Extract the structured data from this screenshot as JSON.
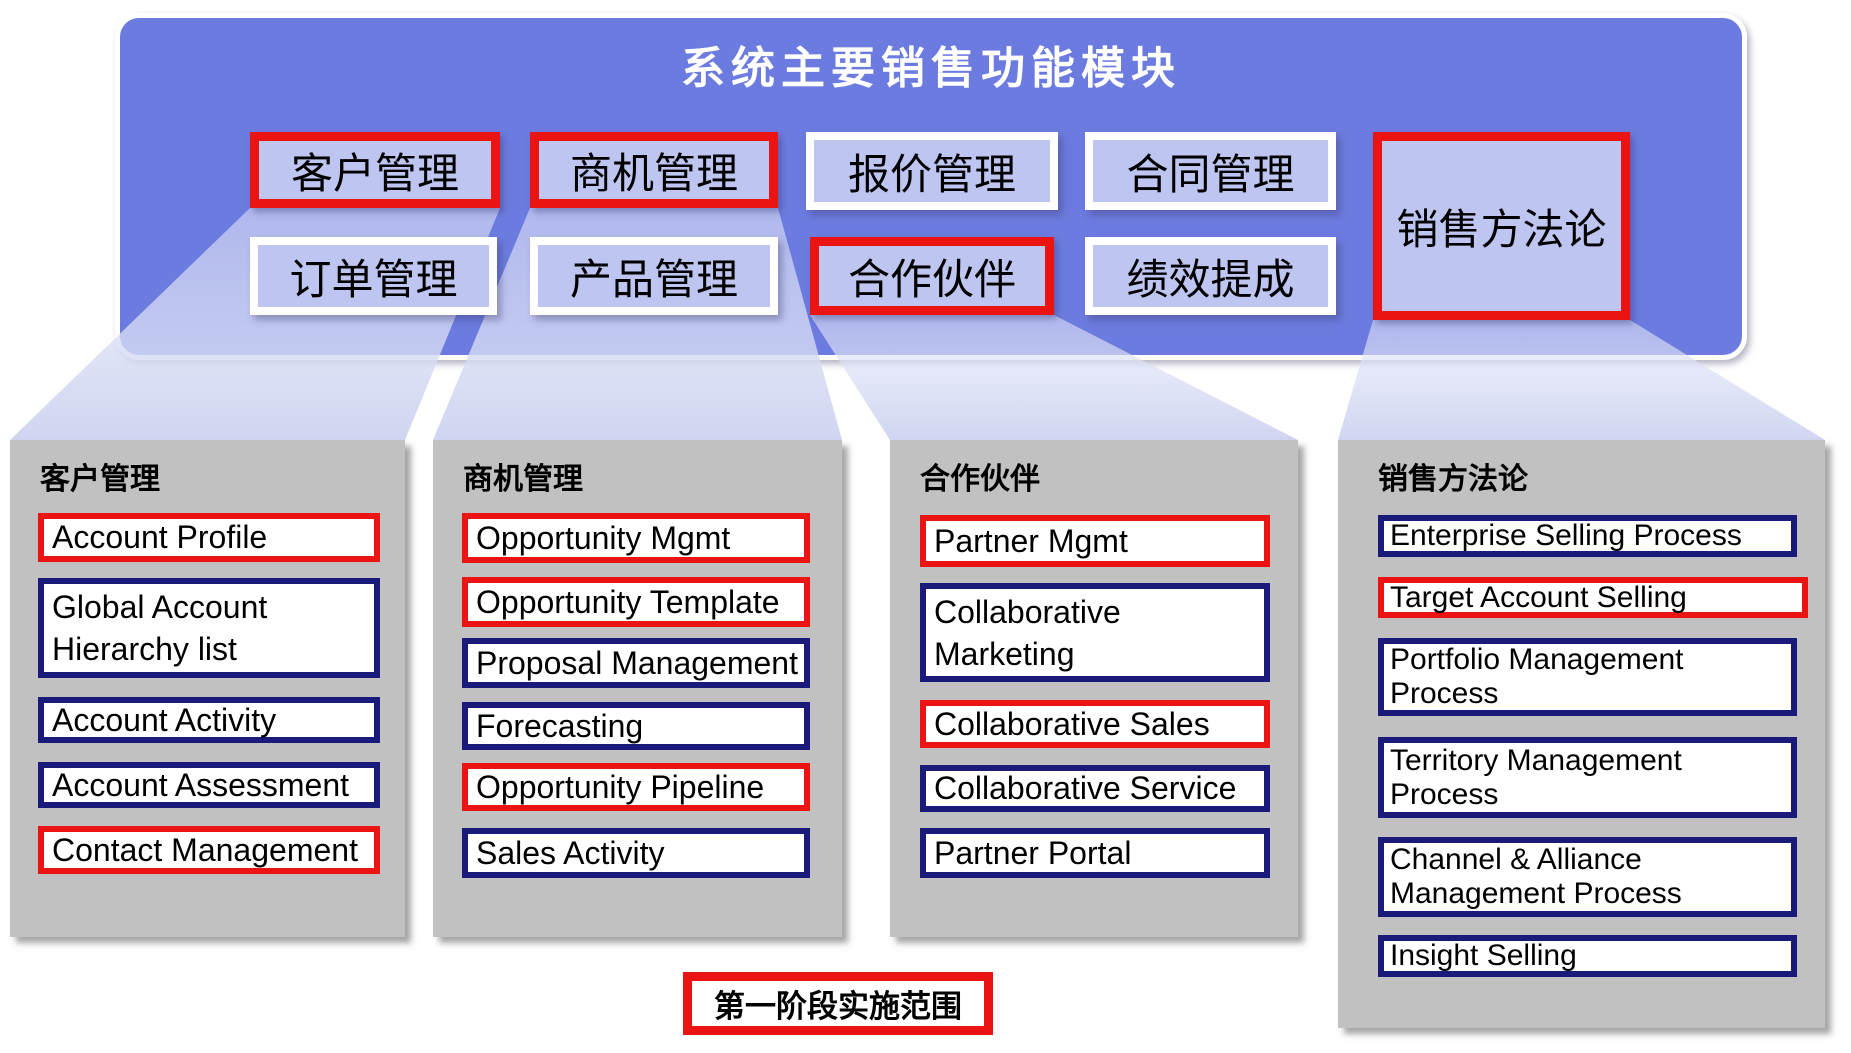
{
  "title": "系统主要销售功能模块",
  "modules": [
    {
      "label": "客户管理",
      "emphasis": "red"
    },
    {
      "label": "商机管理",
      "emphasis": "red"
    },
    {
      "label": "报价管理",
      "emphasis": "white"
    },
    {
      "label": "合同管理",
      "emphasis": "white"
    },
    {
      "label": "订单管理",
      "emphasis": "white"
    },
    {
      "label": "产品管理",
      "emphasis": "white"
    },
    {
      "label": "合作伙伴",
      "emphasis": "red"
    },
    {
      "label": "绩效提成",
      "emphasis": "white"
    },
    {
      "label": "销售方法论",
      "emphasis": "red"
    }
  ],
  "panels": [
    {
      "header": "客户管理",
      "items": [
        {
          "label": "Account Profile",
          "border": "red"
        },
        {
          "label": "Global Account Hierarchy list",
          "border": "navy"
        },
        {
          "label": "Account Activity",
          "border": "navy"
        },
        {
          "label": "Account Assessment",
          "border": "navy"
        },
        {
          "label": "Contact Management",
          "border": "red"
        }
      ]
    },
    {
      "header": "商机管理",
      "items": [
        {
          "label": "Opportunity Mgmt",
          "border": "red"
        },
        {
          "label": "Opportunity Template",
          "border": "red"
        },
        {
          "label": "Proposal Management",
          "border": "navy"
        },
        {
          "label": "Forecasting",
          "border": "navy"
        },
        {
          "label": "Opportunity Pipeline",
          "border": "red"
        },
        {
          "label": "Sales Activity",
          "border": "navy"
        }
      ]
    },
    {
      "header": "合作伙伴",
      "items": [
        {
          "label": "Partner Mgmt",
          "border": "red"
        },
        {
          "label": "Collaborative Marketing",
          "border": "navy"
        },
        {
          "label": "Collaborative Sales",
          "border": "red"
        },
        {
          "label": "Collaborative Service",
          "border": "navy"
        },
        {
          "label": "Partner Portal",
          "border": "navy"
        }
      ]
    },
    {
      "header": "销售方法论",
      "items": [
        {
          "label": "Enterprise Selling Process",
          "border": "navy"
        },
        {
          "label": "Target Account Selling",
          "border": "red"
        },
        {
          "label": "Portfolio Management Process",
          "border": "navy"
        },
        {
          "label": "Territory Management Process",
          "border": "navy"
        },
        {
          "label": "Channel & Alliance Management Process",
          "border": "navy"
        },
        {
          "label": "Insight Selling",
          "border": "navy"
        }
      ]
    }
  ],
  "footer": {
    "label": "第一阶段实施范围"
  },
  "colors": {
    "header_blue": "#6C7BDF",
    "module_fill": "#BEC5F1",
    "highlight_red": "#EC1313",
    "navy_border": "#1A1A7A",
    "panel_gray": "#C1C1C1"
  }
}
